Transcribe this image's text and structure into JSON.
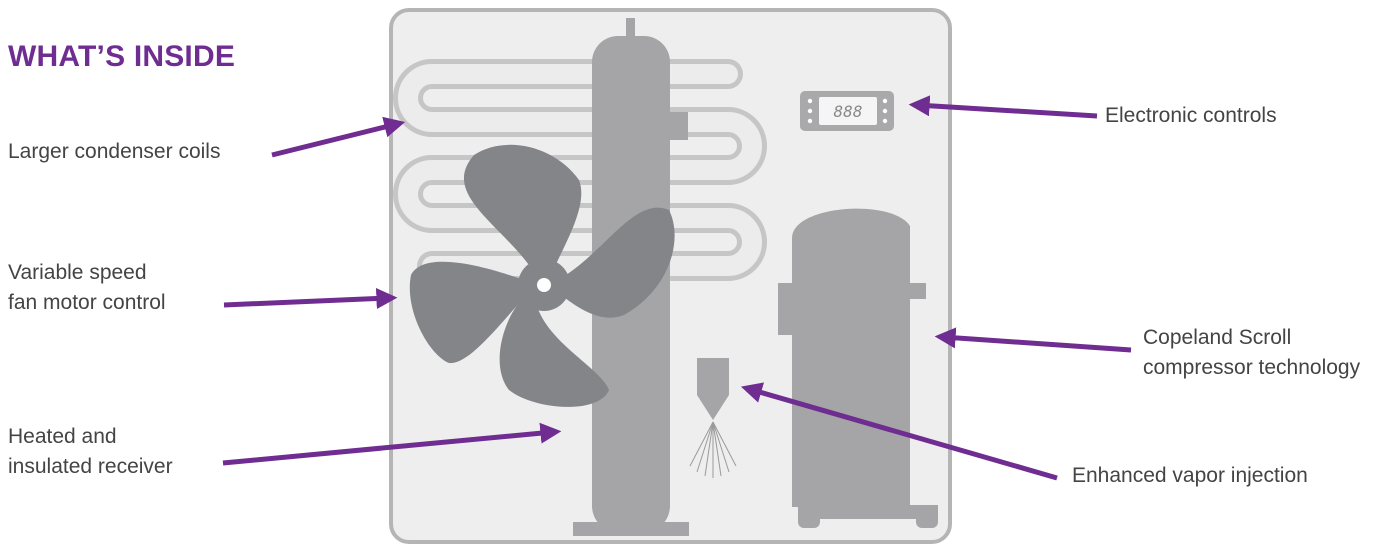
{
  "title": "WHAT’S INSIDE",
  "display_readout": "888",
  "accent_color": "#6f2c91",
  "labels": {
    "condenser": "Larger condenser coils",
    "fan_line1": "Variable speed",
    "fan_line2": "fan motor control",
    "receiver_line1": "Heated and",
    "receiver_line2": "insulated receiver",
    "controls": "Electronic controls",
    "compressor_line1": "Copeland Scroll",
    "compressor_line2": "compressor technology",
    "vapor": "Enhanced vapor injection"
  },
  "icons": [
    "coil-icon",
    "fan-icon",
    "receiver-icon",
    "controller-display-icon",
    "scroll-compressor-icon",
    "vapor-nozzle-icon",
    "arrow-icon"
  ]
}
